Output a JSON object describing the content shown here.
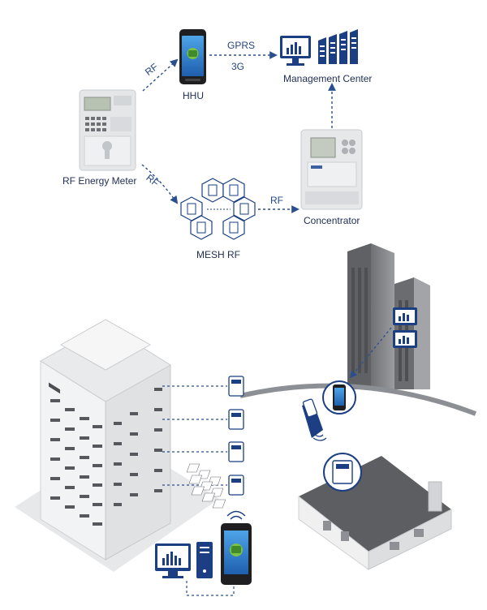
{
  "diagram": {
    "nodes": {
      "hhu": {
        "label": "HHU"
      },
      "management_center": {
        "label": "Management Center"
      },
      "rf_energy_meter": {
        "label": "RF Energy Meter"
      },
      "mesh_rf": {
        "label": "MESH RF"
      },
      "concentrator": {
        "label": "Concentrator"
      }
    },
    "edges": {
      "meter_to_hhu": {
        "label": "RF"
      },
      "hhu_to_center_a": {
        "label": "GPRS"
      },
      "hhu_to_center_b": {
        "label": "3G"
      },
      "meter_to_mesh": {
        "label": "RF"
      },
      "mesh_to_concentrator": {
        "label": "RF"
      }
    }
  },
  "colors": {
    "accent": "#1b3f82",
    "arrow": "#2a4f8f",
    "device_body": "#e6e8ea",
    "phone_body": "#1f1f22",
    "screen_blue": "#2f7fd0",
    "building_grey": "#7d7f83",
    "building_light": "#eceeef"
  },
  "icons": [
    "hhu-phone-icon",
    "monitor-chart-icon",
    "server-rack-icon",
    "energy-meter-icon",
    "mesh-hexagon-icon",
    "concentrator-icon",
    "apartment-building-icon",
    "office-towers-icon",
    "house-solar-icon",
    "hand-phone-icon",
    "wifi-signal-icon",
    "desktop-pc-icon"
  ]
}
